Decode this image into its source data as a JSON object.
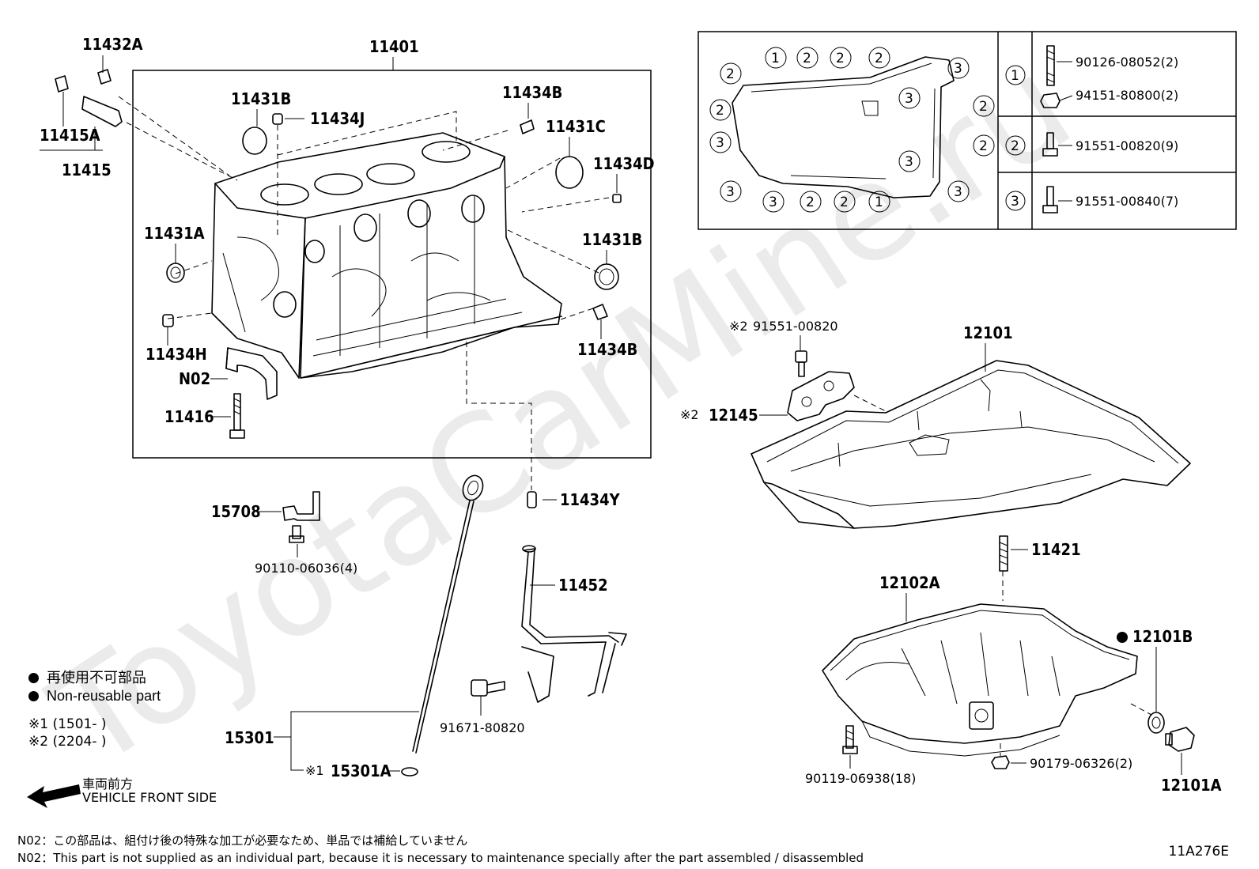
{
  "callouts": {
    "c11432A": "11432A",
    "c11401": "11401",
    "c11415A": "11415A",
    "c11415": "11415",
    "c11431B_top": "11431B",
    "c11434J": "11434J",
    "c11434B_top": "11434B",
    "c11431C": "11431C",
    "c11434D": "11434D",
    "c11431A": "11431A",
    "c11431B_right": "11431B",
    "c11434H": "11434H",
    "c11434B_bottom": "11434B",
    "cN02": "N02",
    "c11416": "11416",
    "c15708": "15708",
    "c90110": "90110-06036(4)",
    "c11434Y": "11434Y",
    "c11452": "11452",
    "c91671": "91671-80820",
    "c15301": "15301",
    "c15301A": "15301A",
    "c91551_top": "91551-00820",
    "c12145": "12145",
    "c12101": "12101",
    "c11421": "11421",
    "c12102A": "12102A",
    "c12101B": "12101B",
    "c90179": "90179-06326(2)",
    "c90119": "90119-06938(18)",
    "c12101A": "12101A"
  },
  "markers": {
    "note2": "※2",
    "note1": "※1"
  },
  "bolt_table": {
    "rows": [
      {
        "symbol": "①",
        "parts": [
          "90126-08052(2)",
          "94151-80800(2)"
        ]
      },
      {
        "symbol": "②",
        "parts": [
          "91551-00820(9)"
        ]
      },
      {
        "symbol": "③",
        "parts": [
          "91551-00840(7)"
        ]
      }
    ]
  },
  "pan_circles": {
    "one": "1",
    "two": "2",
    "three": "3"
  },
  "legend": {
    "jp": "再使用不可部品",
    "en": "Non-reusable part",
    "note1": "※1 (1501-        )",
    "note2": "※2 (2204-        )"
  },
  "direction": {
    "jp": "車両前方",
    "en": "VEHICLE FRONT SIDE"
  },
  "footnotes": {
    "jp": "N02：この部品は、組付け後の特殊な加工が必要なため、単品では補給していません",
    "en": "N02：This part is not supplied as an individual part, because it is necessary to maintenance specially after the part assembled / disassembled"
  },
  "diagram_code": "11A276E",
  "watermark": "ToyotaCarMine.ru"
}
